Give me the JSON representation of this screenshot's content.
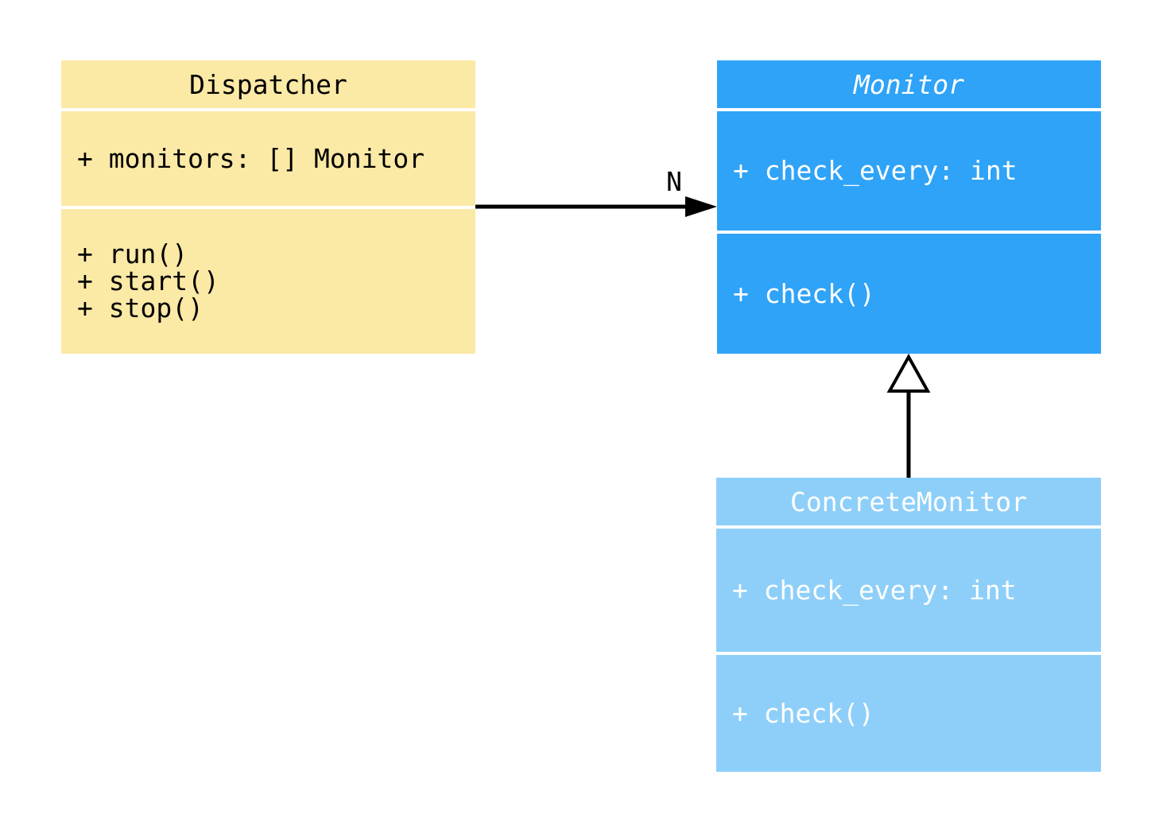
{
  "diagram": {
    "type": "uml-class-diagram",
    "background_color": "#ffffff",
    "edge_color": "#000000",
    "classes": [
      {
        "id": "dispatcher",
        "name": "Dispatcher",
        "abstract": false,
        "fill": "#fbe9a6",
        "text_color": "#000000",
        "attributes": [
          "+ monitors: [] Monitor"
        ],
        "methods": [
          "+ run()",
          "+ start()",
          "+ stop()"
        ]
      },
      {
        "id": "monitor",
        "name": "Monitor",
        "abstract": true,
        "fill": "#2fa3f7",
        "text_color": "#ffffff",
        "attributes": [
          "+ check_every: int"
        ],
        "methods": [
          "+ check()"
        ]
      },
      {
        "id": "concrete-monitor",
        "name": "ConcreteMonitor",
        "abstract": false,
        "fill": "#8ecff9",
        "text_color": "#ffffff",
        "attributes": [
          "+ check_every: int"
        ],
        "methods": [
          "+ check()"
        ]
      }
    ],
    "relationships": [
      {
        "type": "association",
        "from": "Dispatcher",
        "to": "Monitor",
        "label": "N",
        "arrow": "filled-arrowhead"
      },
      {
        "type": "inheritance",
        "from": "ConcreteMonitor",
        "to": "Monitor",
        "label": "",
        "arrow": "hollow-triangle"
      }
    ]
  }
}
